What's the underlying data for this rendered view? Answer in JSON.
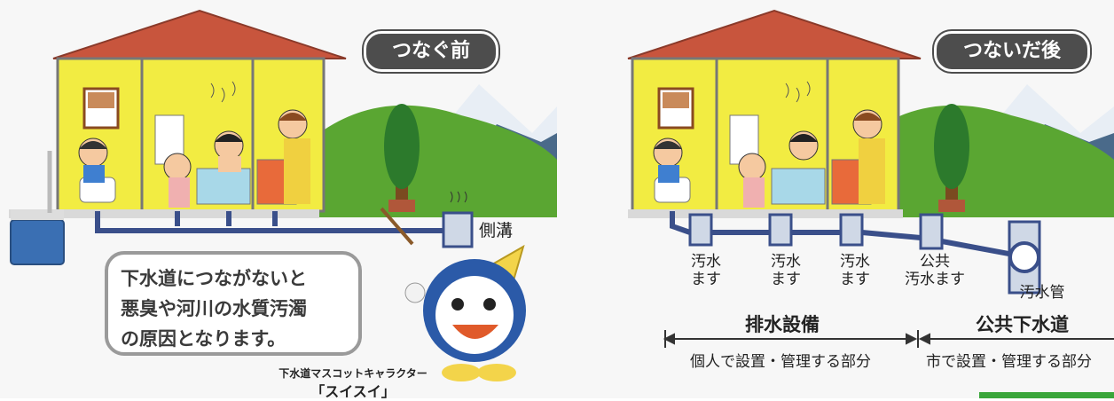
{
  "before": {
    "badge": "つなぐ前",
    "ditch_label": "側溝",
    "speech_lines": [
      "下水道につながないと",
      "悪臭や河川の水質汚濁",
      "の原因となります。"
    ],
    "mascot_caption_1": "下水道マスコットキャラクター",
    "mascot_caption_2": "「スイスイ」"
  },
  "after": {
    "badge": "つないだ後",
    "labels": {
      "sewage_box_1": "汚水\nます",
      "sewage_box_2": "汚水\nます",
      "sewage_box_3": "汚水\nます",
      "public_box": "公共\n汚水ます",
      "sewer_pipe": "汚水管"
    },
    "section_private_title": "排水設備",
    "section_private_desc": "個人で設置・管理する部分",
    "section_public_title": "公共下水道",
    "section_public_desc": "市で設置・管理する部分"
  },
  "colors": {
    "roof": "#c8553d",
    "wall": "#f2ec42",
    "pipe": "#3a4f8a",
    "hill": "#5aa632",
    "badge": "#4d4d4d",
    "accent_green": "#3aa63a"
  }
}
